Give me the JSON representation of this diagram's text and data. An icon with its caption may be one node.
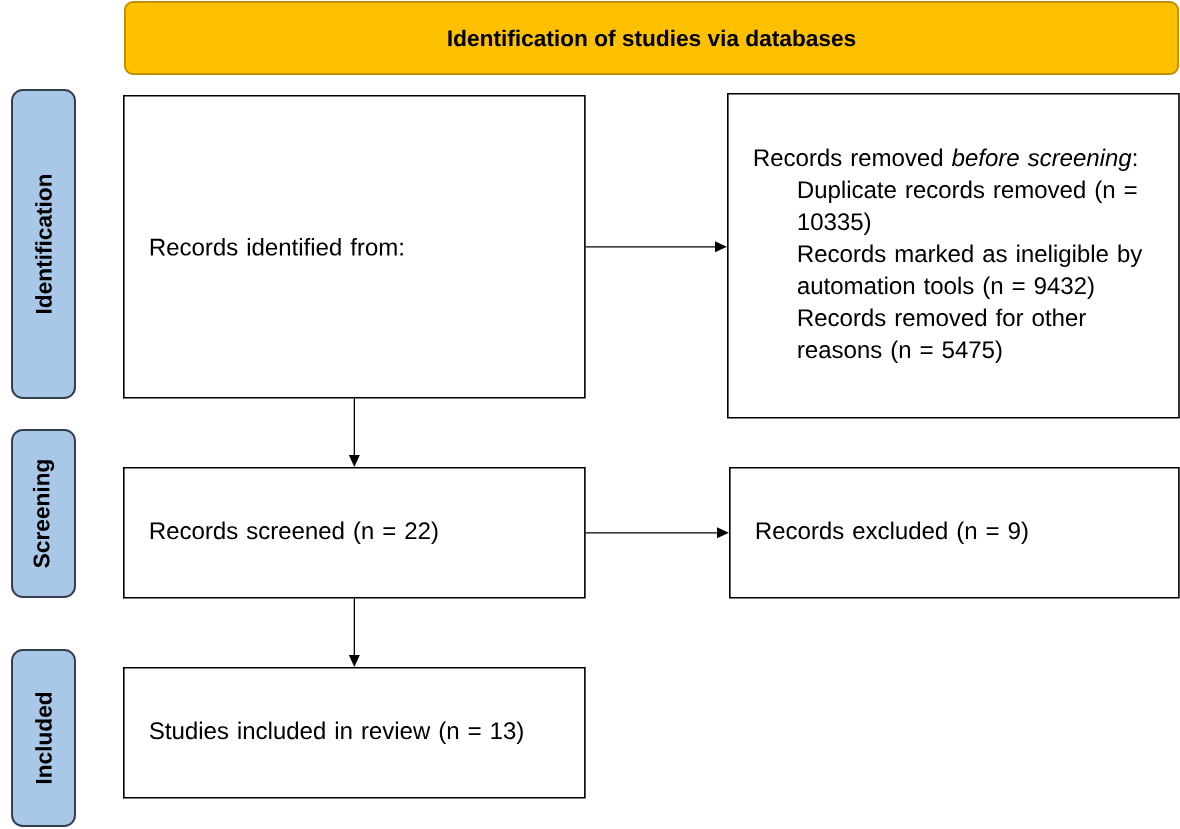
{
  "diagram": {
    "nodes": [
      {
        "text": [
          "Identification of studies via databases"
        ]
      },
      {
        "text": [
          "Identification"
        ]
      },
      {
        "text": [
          "Screening"
        ]
      },
      {
        "text": [
          "Included"
        ]
      },
      {
        "text": [
          "Records identified from:"
        ]
      },
      {
        "text": [
          "Records removed *before screening*:",
          "Duplicate records removed (n = 10335)",
          "Records marked as ineligible by automation tools (n = 9432)",
          "Records removed for other reasons (n = 5475)"
        ]
      },
      {
        "text": [
          "Records screened (n = 22)"
        ]
      },
      {
        "text": [
          "Records excluded (n = 9)"
        ]
      },
      {
        "text": [
          "Studies included in review (n = 13)"
        ]
      }
    ],
    "edges": [
      {
        "from": 4,
        "to": 5,
        "arrow": "to"
      },
      {
        "from": 4,
        "to": 6,
        "arrow": "to"
      },
      {
        "from": 6,
        "to": 7,
        "arrow": "to"
      },
      {
        "from": 6,
        "to": 8,
        "arrow": "to"
      }
    ]
  }
}
